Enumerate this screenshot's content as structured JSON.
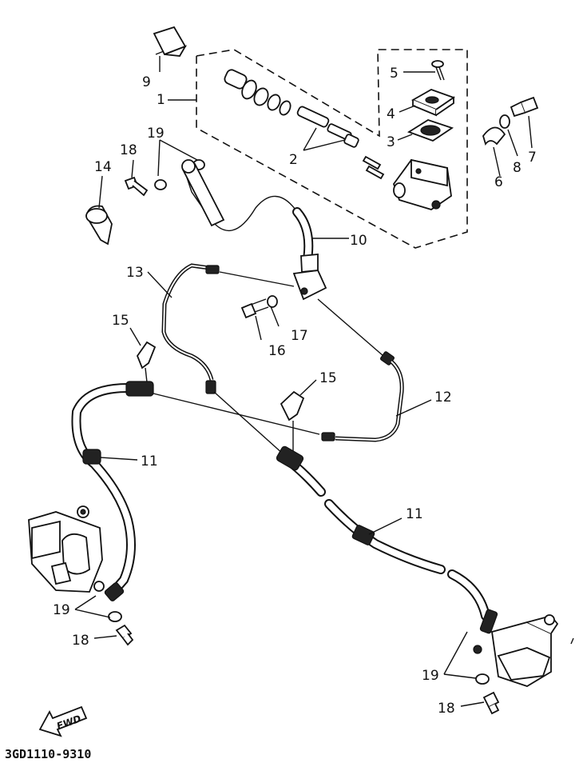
{
  "diagram_code": "3GD1110-9310",
  "fwd_label": "FWD",
  "callouts": [
    "1",
    "2",
    "3",
    "4",
    "5",
    "6",
    "7",
    "8",
    "9",
    "10",
    "11",
    "11",
    "12",
    "13",
    "14",
    "15",
    "15",
    "16",
    "17",
    "18",
    "18",
    "18",
    "19",
    "19",
    "19"
  ]
}
